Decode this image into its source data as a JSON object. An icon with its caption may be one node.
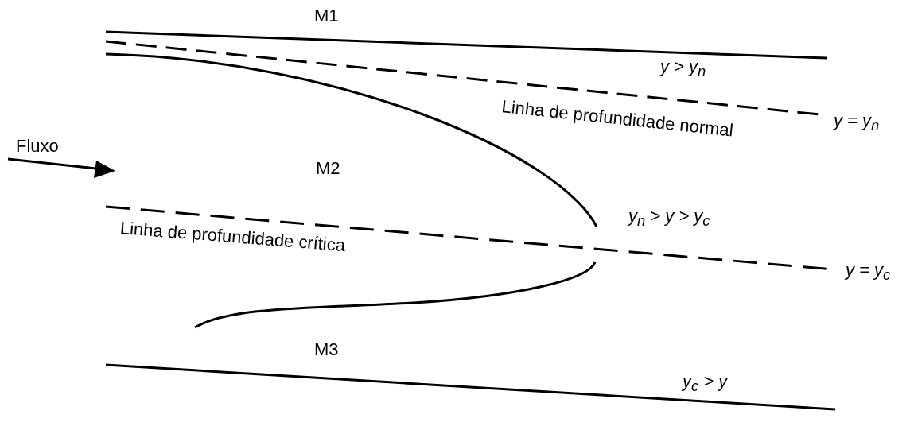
{
  "diagram": {
    "labels": [
      "M1",
      "y > y$_{n}$",
      "Linha de profundidade normal",
      "y = y$_{n}$",
      "Fluxo",
      "M2",
      "y$_{n}$ > y > y$_{c}$",
      "Linha de profundidade crítica",
      "y = y$_{c}$",
      "M3",
      "y$_{c}$ > y"
    ]
  }
}
